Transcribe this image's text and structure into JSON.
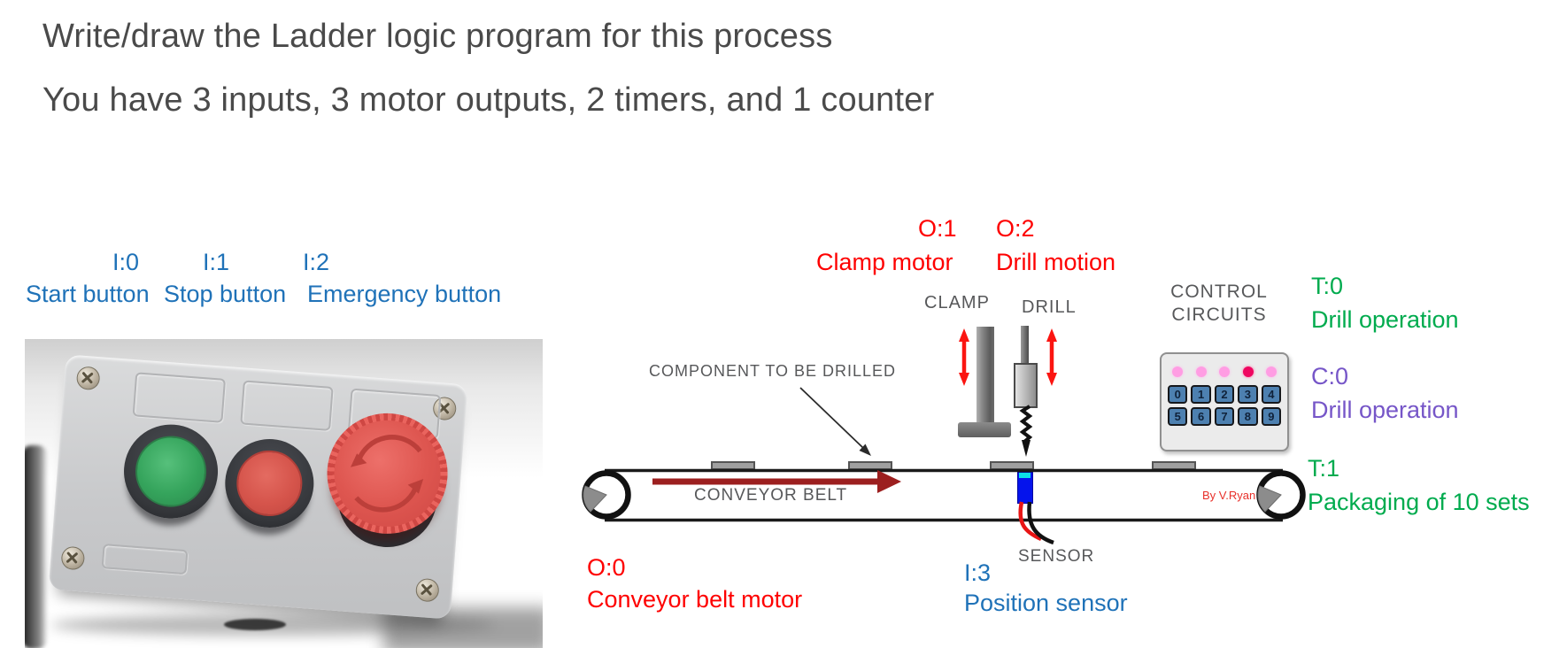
{
  "header": {
    "line1": "Write/draw the Ladder logic program for this process",
    "line2": "You have 3 inputs, 3 motor outputs, 2 timers, and 1 counter"
  },
  "io_labels": {
    "inputs": [
      {
        "code": "I:0",
        "label": "Start button"
      },
      {
        "code": "I:1",
        "label": "Stop button"
      },
      {
        "code": "I:2",
        "label": "Emergency button"
      },
      {
        "code": "I:3",
        "label": "Position sensor"
      }
    ],
    "outputs": [
      {
        "code": "O:0",
        "label": "Conveyor belt motor"
      },
      {
        "code": "O:1",
        "label": "Clamp motor"
      },
      {
        "code": "O:2",
        "label": "Drill motion"
      }
    ],
    "timers": [
      {
        "code": "T:0",
        "label": "Drill operation"
      },
      {
        "code": "T:1",
        "label": "Packaging of 10 sets"
      }
    ],
    "counters": [
      {
        "code": "C:0",
        "label": "Drill operation"
      }
    ]
  },
  "diagram": {
    "clamp": "CLAMP",
    "drill": "DRILL",
    "control_circuits": "CONTROL CIRCUITS",
    "component": "COMPONENT TO BE DRILLED",
    "conveyor": "CONVEYOR BELT",
    "sensor": "SENSOR",
    "credit": "By V.Ryan",
    "keypad_row1": [
      "0",
      "1",
      "2",
      "3",
      "4"
    ],
    "keypad_row2": [
      "5",
      "6",
      "7",
      "8",
      "9"
    ]
  },
  "colors": {
    "title_text": "#4A4A4A",
    "input_label_blue": "#1F72B8",
    "output_label_red": "#FE0000",
    "timer_label_green": "#00AB4E",
    "counter_label_purple": "#7656C8",
    "diagram_text_gray": "#57585A",
    "belt_arrow_dark_red": "#9C1F1F",
    "credit_red": "#E8302A",
    "start_button_green": "#35A45C",
    "stop_button_red": "#D5544B",
    "estop_red": "#DE5650",
    "sensor_blue": "#0513EC",
    "sensor_tip_cyan": "#0CE0E8",
    "keypad_key_blue": "#4D80B0",
    "led_pink": "#FF9DE3",
    "led_active_red": "#EF0660"
  }
}
